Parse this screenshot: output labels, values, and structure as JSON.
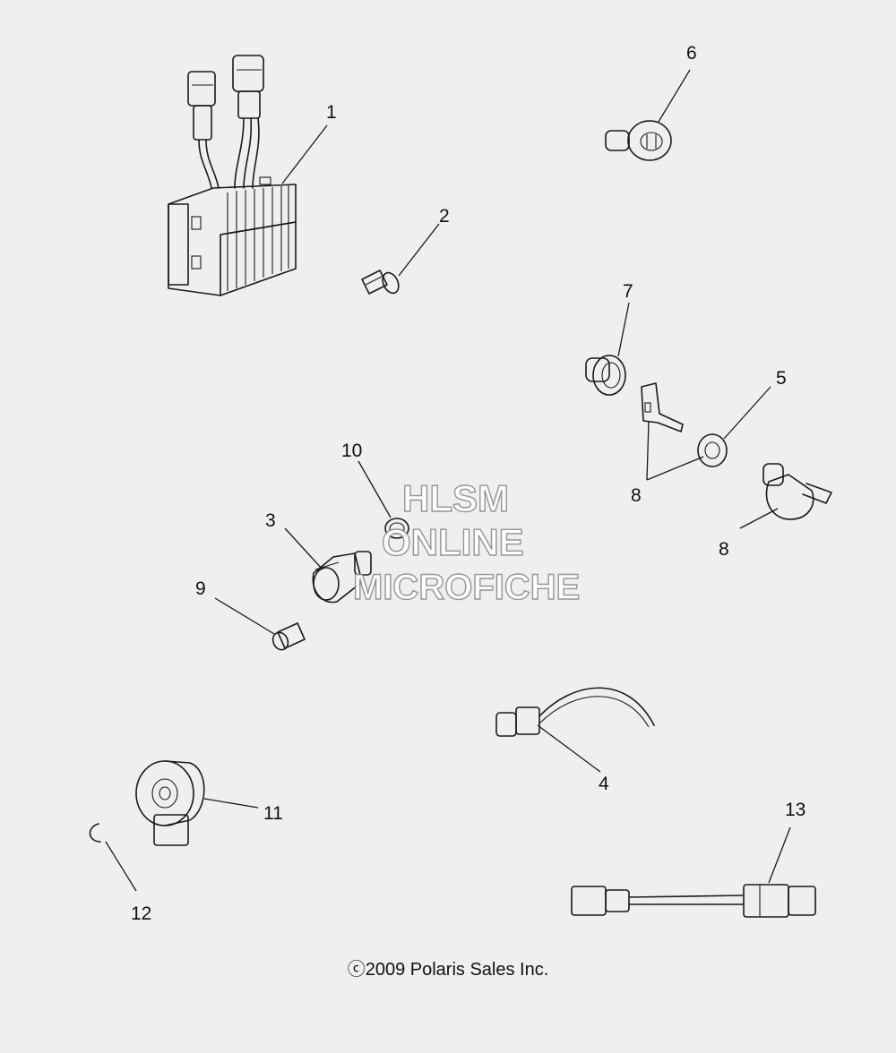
{
  "callouts": {
    "c1": "1",
    "c2": "2",
    "c3": "3",
    "c4": "4",
    "c5": "5",
    "c6": "6",
    "c7": "7",
    "c8a": "8",
    "c8b": "8",
    "c9": "9",
    "c10": "10",
    "c11": "11",
    "c12": "12",
    "c13": "13"
  },
  "watermark": {
    "line1": "HLSM",
    "line2": "ONLINE",
    "line3": "MICROFICHE"
  },
  "copyright": "ⓒ2009 Polaris Sales Inc.",
  "colors": {
    "background": "#efefef",
    "line": "#1a1a1a",
    "watermark_stroke": "#8c8c8c"
  }
}
